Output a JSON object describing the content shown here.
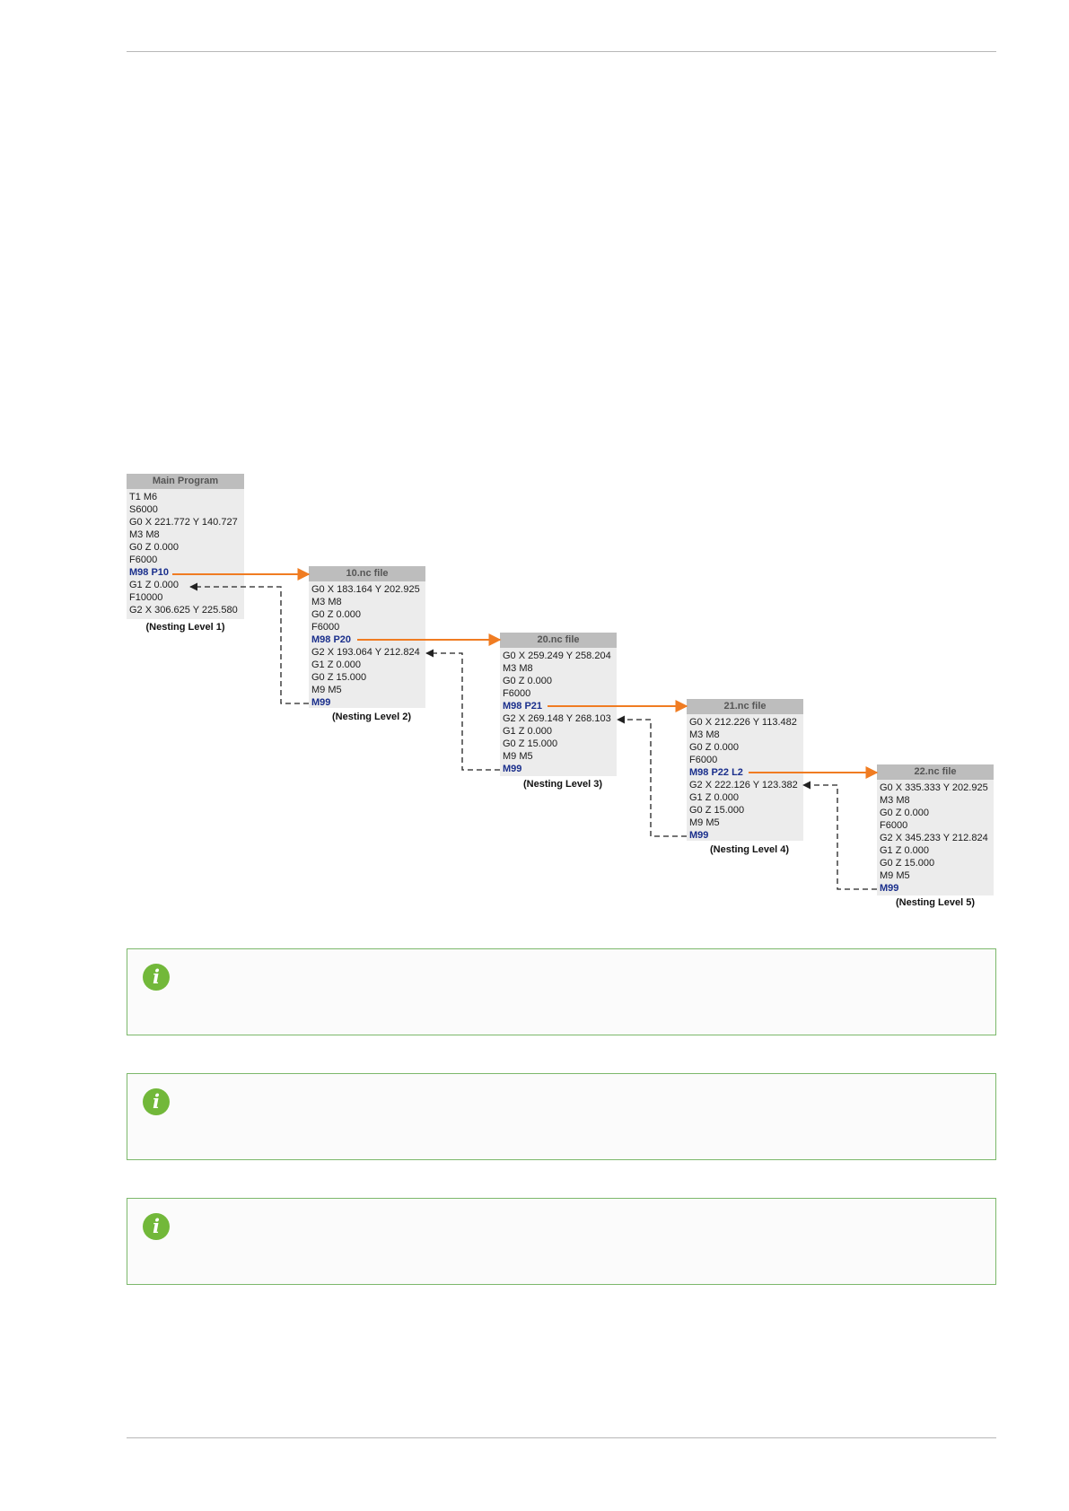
{
  "programs": [
    {
      "title": "Main Program",
      "lines": [
        "T1 M6",
        "S6000",
        "G0 X 221.772 Y 140.727",
        "M3 M8",
        "G0 Z   0.000",
        "F6000",
        "M98 P10",
        "G1 Z   0.000",
        "F10000",
        "G2 X 306.625 Y 225.580"
      ],
      "call_line": "M98 P10",
      "level_label": "(Nesting Level 1)"
    },
    {
      "title": "10.nc file",
      "lines": [
        "G0 X 183.164 Y 202.925",
        "M3 M8",
        "G0 Z   0.000",
        "F6000",
        "M98 P20",
        "G2 X 193.064 Y 212.824",
        "G1 Z   0.000",
        "G0 Z  15.000",
        "M9 M5",
        "M99"
      ],
      "call_line": "M98 P20",
      "level_label": "(Nesting Level 2)"
    },
    {
      "title": "20.nc file",
      "lines": [
        "G0 X 259.249 Y 258.204",
        "M3 M8",
        "G0 Z   0.000",
        "F6000",
        "M98 P21",
        "G2 X 269.148 Y 268.103",
        "G1 Z   0.000",
        "G0 Z  15.000",
        "M9 M5",
        "M99"
      ],
      "call_line": "M98 P21",
      "level_label": "(Nesting Level 3)"
    },
    {
      "title": "21.nc file",
      "lines": [
        "G0 X 212.226 Y 113.482",
        "M3 M8",
        "G0 Z   0.000",
        "F6000",
        "M98 P22 L2",
        "G2 X 222.126 Y 123.382",
        "G1 Z   0.000",
        "G0 Z  15.000",
        "M9 M5",
        "M99"
      ],
      "call_line": "M98 P22 L2",
      "level_label": "(Nesting Level 4)"
    },
    {
      "title": "22.nc file",
      "lines": [
        "G0 X 335.333 Y 202.925",
        "M3 M8",
        "G0 Z   0.000",
        "F6000",
        "G2 X 345.233 Y 212.824",
        "G1 Z   0.000",
        "G0 Z  15.000",
        "M9 M5",
        "M99"
      ],
      "call_line": "",
      "level_label": "(Nesting Level 5)"
    }
  ],
  "colors": {
    "call_arrow": "#f07c22",
    "return_arrow": "#222222",
    "keyword_blue": "#1a2f8c",
    "info_border": "#7cb86b",
    "info_icon": "#72b83a"
  },
  "notes": [
    {
      "icon": "info-icon",
      "glyph": "i"
    },
    {
      "icon": "info-icon",
      "glyph": "i"
    },
    {
      "icon": "info-icon",
      "glyph": "i"
    }
  ]
}
